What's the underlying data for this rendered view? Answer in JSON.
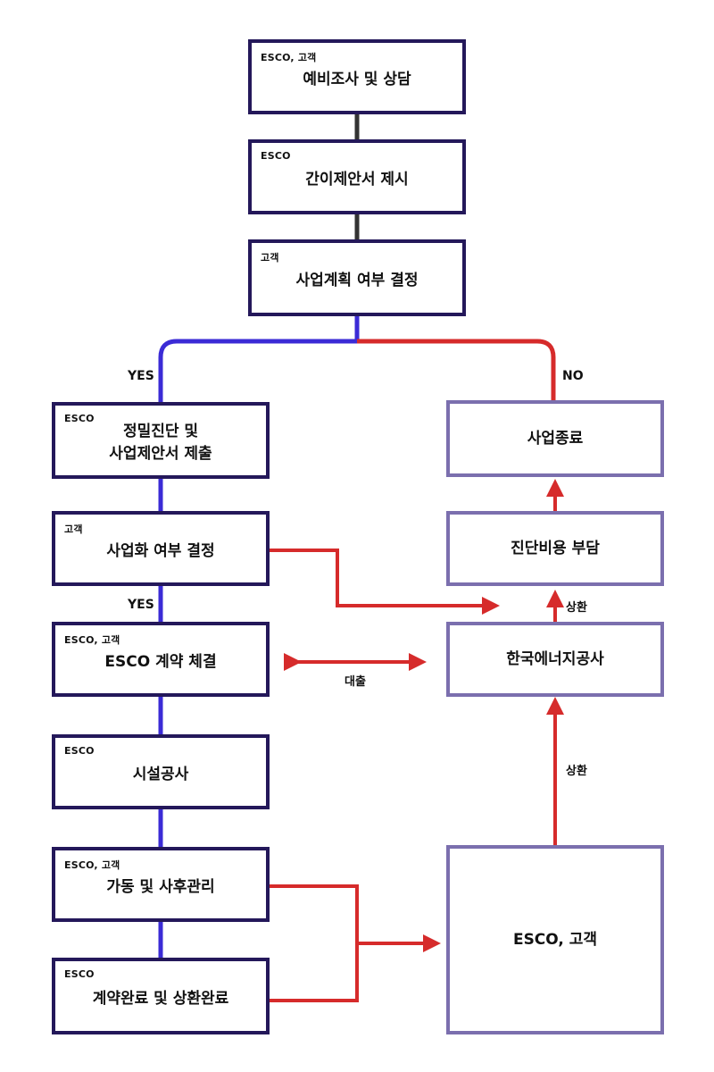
{
  "colors": {
    "box_border_dark": "#24185a",
    "box_border_light": "#7b6fae",
    "flow_gray": "#333333",
    "flow_blue": "#3b2bd6",
    "flow_red": "#d62b2b"
  },
  "steps": {
    "pre_survey": {
      "role": "ESCO, 고객",
      "title": "예비조사 및 상담"
    },
    "brief_proposal": {
      "role": "ESCO",
      "title": "간이제안서 제시"
    },
    "plan_decision": {
      "role": "고객",
      "title": "사업계획 여부 결정"
    },
    "detailed_diagnosis": {
      "role": "ESCO",
      "title": "정밀진단 및\n사업제안서 제출"
    },
    "project_decision": {
      "role": "고객",
      "title": "사업화 여부 결정"
    },
    "contract": {
      "role": "ESCO, 고객",
      "title": "ESCO 계약 체결"
    },
    "construction": {
      "role": "ESCO",
      "title": "시설공사"
    },
    "operation": {
      "role": "ESCO, 고객",
      "title": "가동 및 사후관리"
    },
    "completion": {
      "role": "ESCO",
      "title": "계약완료 및 상환완료"
    },
    "project_end": {
      "title": "사업종료"
    },
    "diagnosis_cost": {
      "title": "진단비용 부담"
    },
    "kea": {
      "title": "한국에너지공사"
    },
    "esco_customer": {
      "title": "ESCO, 고객"
    }
  },
  "labels": {
    "yes_plan": "YES",
    "no_plan": "NO",
    "yes_project": "YES",
    "loan": "대출",
    "repay_upper": "상환",
    "repay_lower": "상환"
  }
}
